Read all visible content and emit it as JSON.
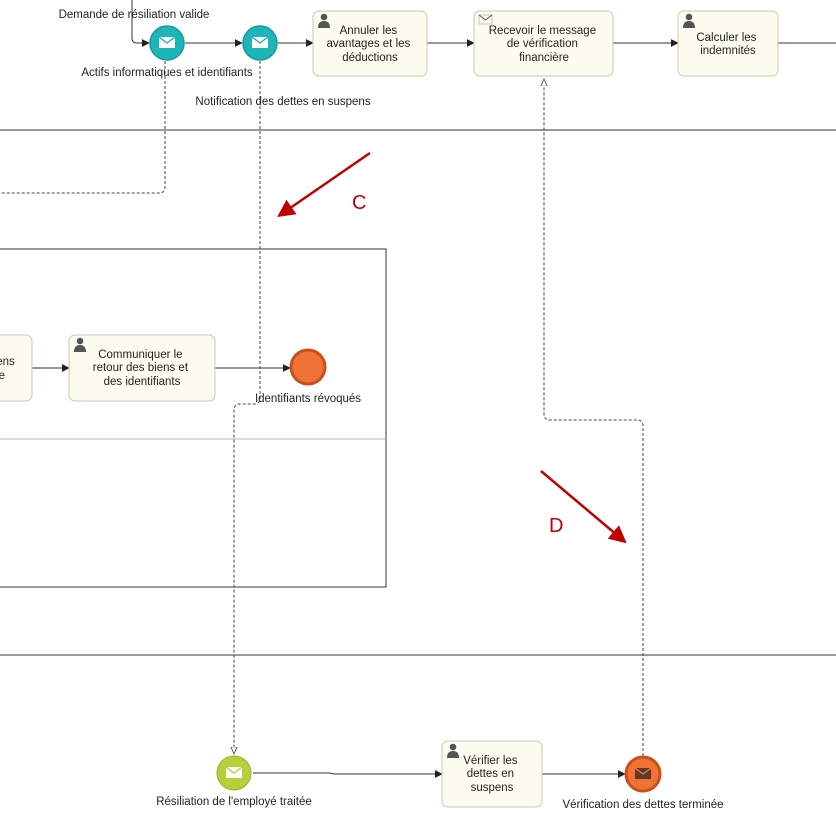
{
  "events": {
    "demande_label": "Demande de résiliation valide",
    "actifs_label": "Actifs informatiques et identifiants",
    "notification_label": "Notification des dettes en suspens",
    "revoques_label": "Identifiants révoqués",
    "resiliation_label": "Résiliation de l'employé traitée",
    "verification_label": "Vérification des dettes terminée"
  },
  "tasks": {
    "annuler": [
      "Annuler les",
      "avantages et les",
      "déductions"
    ],
    "recevoir": [
      "Recevoir le message",
      "de vérification",
      "financière"
    ],
    "calculer": [
      "Calculer les",
      "indemnités"
    ],
    "partial_left": [
      "ens",
      "e"
    ],
    "communiquer": [
      "Communiquer le",
      "retour des biens et",
      "des identifiants"
    ],
    "verifier": [
      "Vérifier les",
      "dettes en",
      "suspens"
    ]
  },
  "annotations": {
    "c": "C",
    "d": "D"
  },
  "colors": {
    "message_event": "#1eb5b8",
    "end_event": "#f07236",
    "end_event_stroke": "#c94f1c",
    "start_event": "#b6cf3a",
    "annotation": "#c00000",
    "task_fill": "#fdfcf0"
  },
  "icons": {
    "user": "user-icon",
    "envelope": "envelope-icon"
  }
}
